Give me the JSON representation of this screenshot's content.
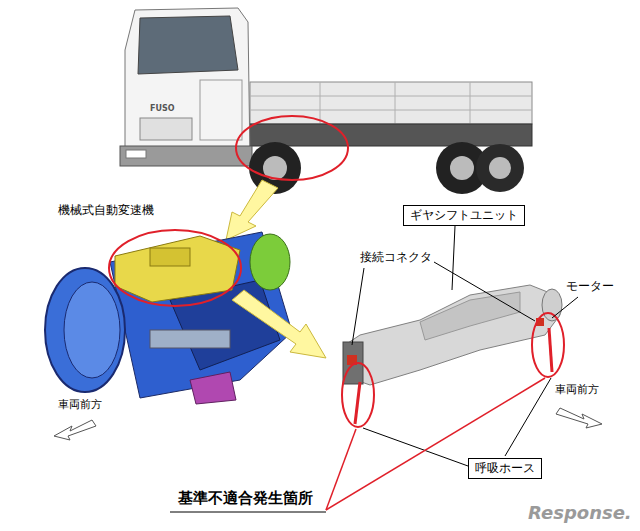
{
  "diagram": {
    "nodes": [
      {
        "text": [
          "ギヤシフトユニット"
        ]
      },
      {
        "text": [
          "呼吸ホース"
        ]
      }
    ],
    "labels": [
      "FUSO",
      "機械式自動変速機",
      "接続コネクタ",
      "モーター",
      "車両前方",
      "車両前方",
      "基準不適合発生箇所",
      "Response."
    ]
  }
}
